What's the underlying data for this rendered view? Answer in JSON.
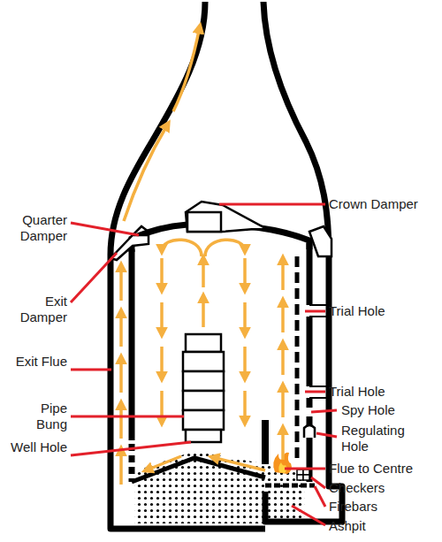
{
  "diagram": {
    "labels": [
      "Quarter Damper",
      "Crown Damper",
      "Exit Damper",
      "Trial Hole",
      "Exit Flue",
      "Trial Hole",
      "Spy Hole",
      "Pipe Bung",
      "Regulating Hole",
      "Well Hole",
      "Flue to Centre",
      "Checkers",
      "Firebars",
      "Ashpit"
    ]
  }
}
